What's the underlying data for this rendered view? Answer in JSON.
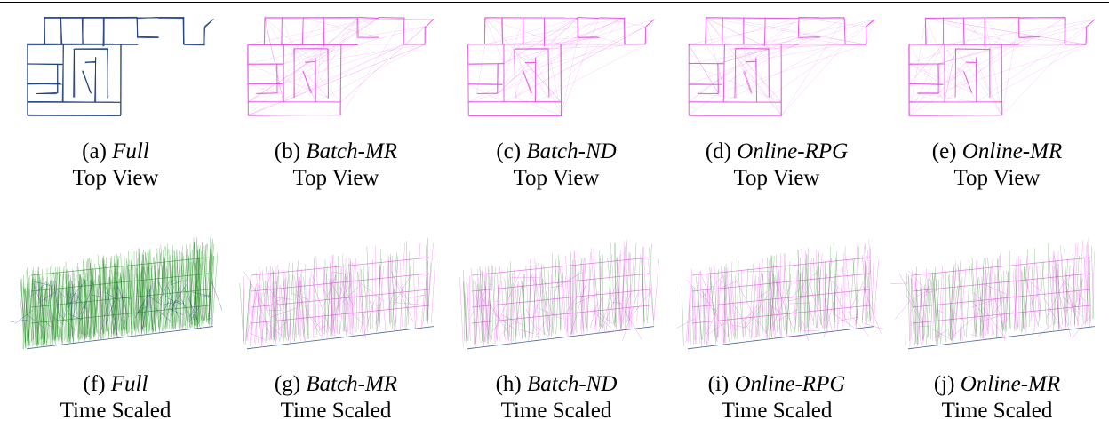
{
  "colors": {
    "full_trajectory": "#1f3f7a",
    "full_time_edges": "#1e8a1e",
    "sparsified_edges": "#e040e0",
    "cross_edges": "#2a7a2a"
  },
  "panels": [
    {
      "label": "(a)",
      "method": "Full",
      "view": "Top View",
      "style": "full-top"
    },
    {
      "label": "(b)",
      "method": "Batch-MR",
      "view": "Top View",
      "style": "sparse-top"
    },
    {
      "label": "(c)",
      "method": "Batch-ND",
      "view": "Top View",
      "style": "sparse-top"
    },
    {
      "label": "(d)",
      "method": "Online-RPG",
      "view": "Top View",
      "style": "sparse-top"
    },
    {
      "label": "(e)",
      "method": "Online-MR",
      "view": "Top View",
      "style": "sparse-top"
    },
    {
      "label": "(f)",
      "method": "Full",
      "view": "Time Scaled",
      "style": "full-time"
    },
    {
      "label": "(g)",
      "method": "Batch-MR",
      "view": "Time Scaled",
      "style": "sparse-time"
    },
    {
      "label": "(h)",
      "method": "Batch-ND",
      "view": "Time Scaled",
      "style": "sparse-time"
    },
    {
      "label": "(i)",
      "method": "Online-RPG",
      "view": "Time Scaled",
      "style": "sparse-time"
    },
    {
      "label": "(j)",
      "method": "Online-MR",
      "view": "Time Scaled",
      "style": "sparse-time"
    }
  ]
}
